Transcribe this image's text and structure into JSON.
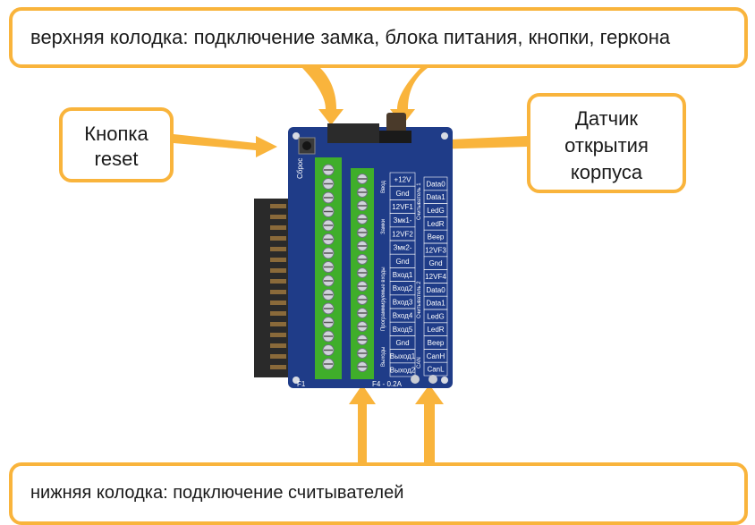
{
  "callouts": {
    "top": "верхняя колодка: подключение замка, блока питания, кнопки, геркона",
    "left": [
      "Кнопка",
      "reset"
    ],
    "right": [
      "Датчик",
      "открытия",
      "корпуса"
    ],
    "bottom": "нижняя колодка: подключение считывателей"
  },
  "board": {
    "colors": {
      "pcb": "#1f3c88",
      "terminal": "#3fae2a",
      "accent": "#f9b43c"
    },
    "silk_top_left": "Сброс",
    "silk_bottom_left": "F1",
    "silk_bottom_right": "F4 - 0.2A",
    "top_labels": [
      "+12V",
      "Gnd",
      "12VF1",
      "Змк1-",
      "12VF2",
      "Змк2-",
      "Gnd",
      "Вход1",
      "Вход2",
      "Вход3",
      "Вход4",
      "Вход5",
      "Gnd",
      "Выход1",
      "Выход2"
    ],
    "bottom_labels": [
      "Data0",
      "Data1",
      "LedG",
      "LedR",
      "Beep",
      "12VF3",
      "Gnd",
      "12VF4",
      "Data0",
      "Data1",
      "LedG",
      "LedR",
      "Beep",
      "CanH",
      "CanL"
    ],
    "group_labels": {
      "vvod": "Ввод",
      "zamki": "Замки",
      "inputs": "Программируемые входы",
      "outputs": "Выходы",
      "reader1": "Считыватель 1",
      "reader2": "Считыватель 2",
      "can": "CAN"
    }
  }
}
